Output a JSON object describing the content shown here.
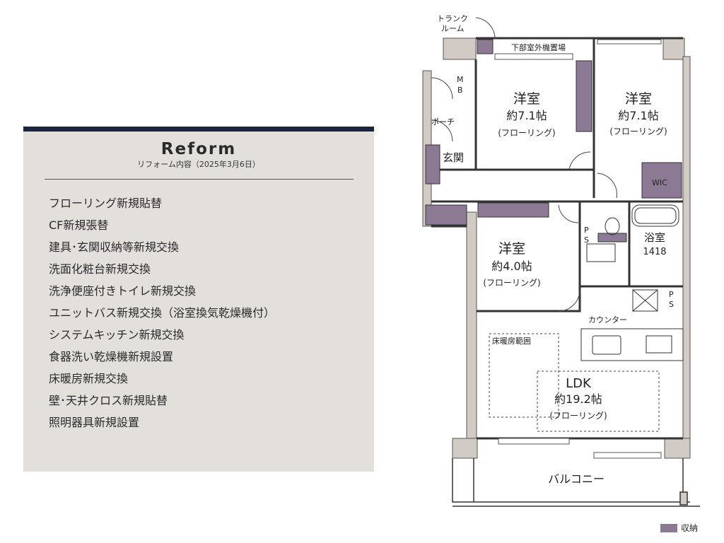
{
  "reform": {
    "title": "Reform",
    "subtitle": "リフォーム内容（2025年3月6日）",
    "items": [
      "フローリング新規貼替",
      "CF新規張替",
      "建具･玄関収納等新規交換",
      "洗面化粧台新規交換",
      "洗浄便座付きトイレ新規交換",
      "ユニットバス新規交換（浴室換気乾燥機付）",
      "システムキッチン新規交換",
      "食器洗い乾燥機新規設置",
      "床暖房新規交換",
      "壁･天井クロス新規貼替",
      "照明器具新規設置"
    ]
  },
  "floorplan": {
    "trunk_room_line1": "トランク",
    "trunk_room_line2": "ルーム",
    "outdoor_unit": "下部室外機置場",
    "mb_line1": "M",
    "mb_line2": "B",
    "porch": "ポーチ",
    "entrance": "玄関",
    "room1": {
      "name": "洋室",
      "size": "約7.1帖",
      "floor": "(フローリング)"
    },
    "room2": {
      "name": "洋室",
      "size": "約7.1帖",
      "floor": "(フローリング)"
    },
    "room3": {
      "name": "洋室",
      "size": "約4.0帖",
      "floor": "(フローリング)"
    },
    "wic": "WIC",
    "ps1_line1": "P",
    "ps1_line2": "S",
    "ps2_line1": "P",
    "ps2_line2": "S",
    "bath": {
      "name": "浴室",
      "size": "1418"
    },
    "counter": "カウンター",
    "floor_heating": "床暖房範囲",
    "ldk": {
      "name": "LDK",
      "size": "約19.2帖",
      "floor": "(フローリング)"
    },
    "balcony": "バルコニー"
  },
  "legend": {
    "label": "収納"
  },
  "colors": {
    "panel_bg": "#e3e0db",
    "panel_bar": "#1c2540",
    "storage": "#8c7a95",
    "wall": "#d2cac4"
  }
}
